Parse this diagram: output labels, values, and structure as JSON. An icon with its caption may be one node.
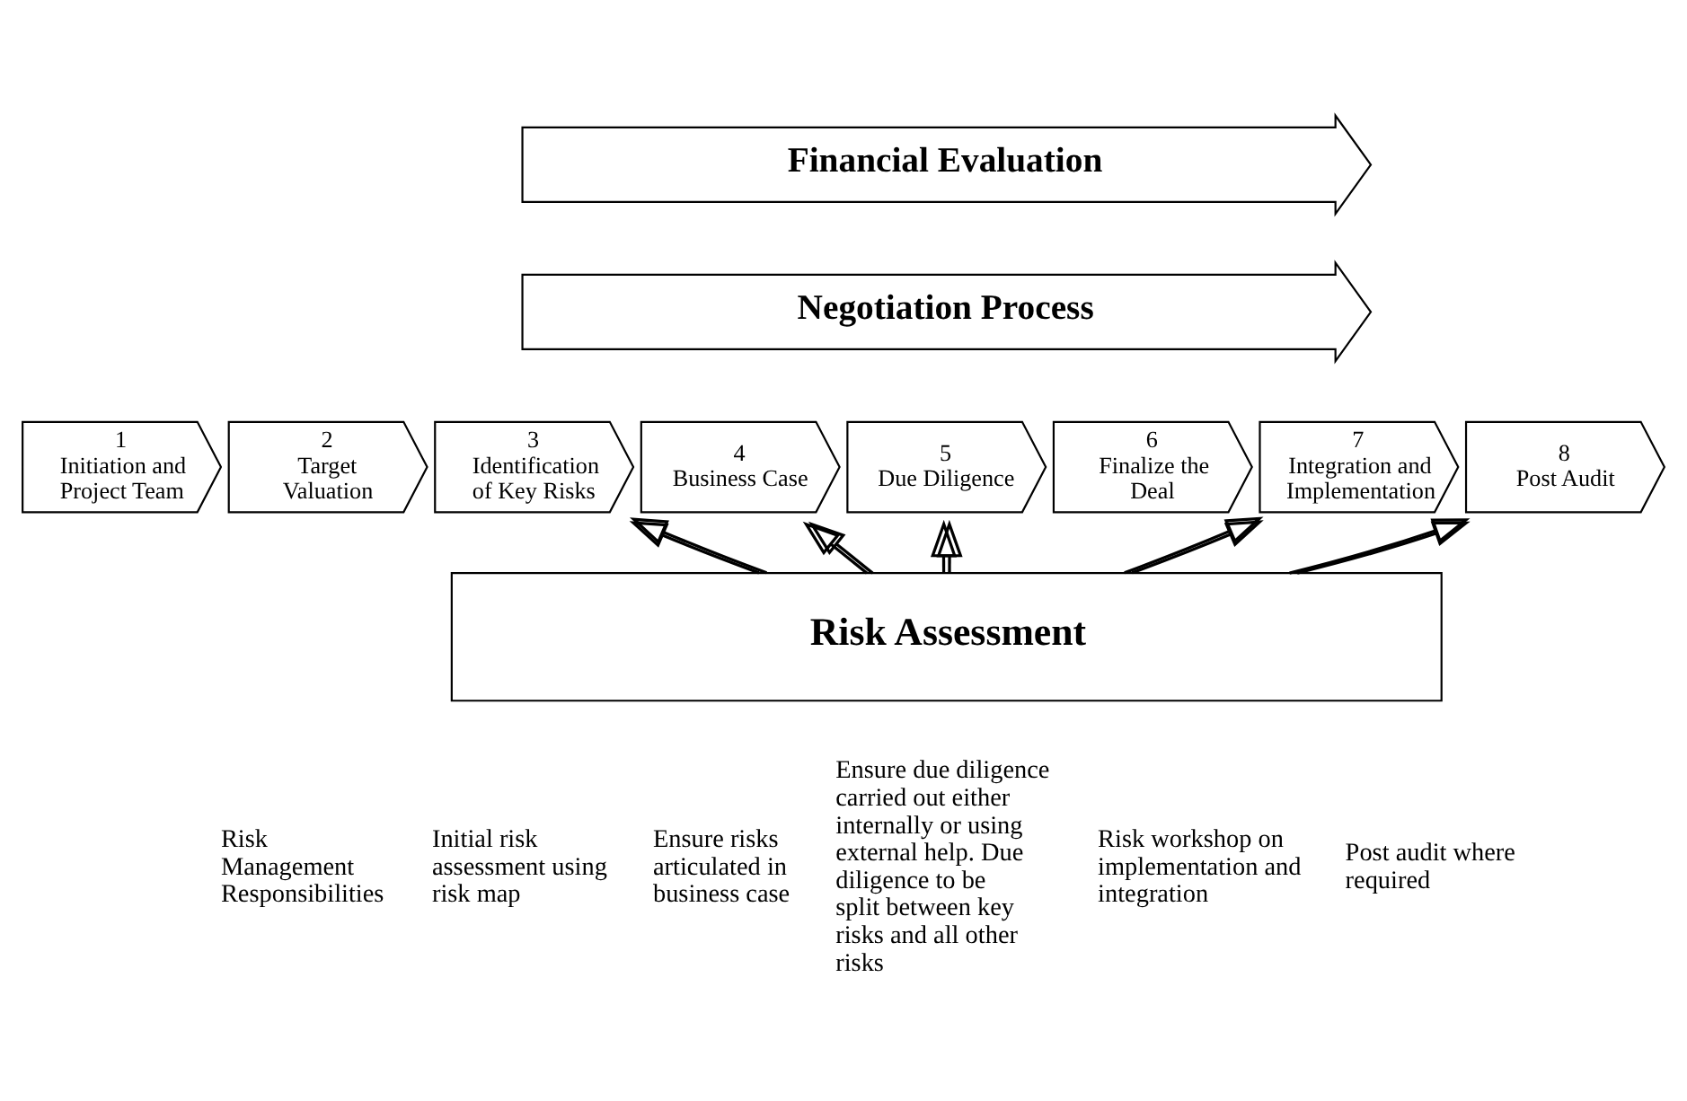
{
  "diagram": {
    "nodes": [
      {
        "text": [
          "Financial Evaluation"
        ]
      },
      {
        "text": [
          "Negotiation Process"
        ]
      },
      {
        "text": [
          "1",
          "Initiation and Project Team"
        ]
      },
      {
        "text": [
          "2",
          "Target Valuation"
        ]
      },
      {
        "text": [
          "3",
          "Identification of Key Risks"
        ]
      },
      {
        "text": [
          "4",
          "Business Case"
        ]
      },
      {
        "text": [
          "5",
          "Due Diligence"
        ]
      },
      {
        "text": [
          "6",
          "Finalize the Deal"
        ]
      },
      {
        "text": [
          "7",
          "Integration and Implementation"
        ]
      },
      {
        "text": [
          "8",
          "Post Audit"
        ]
      },
      {
        "text": [
          "Risk Assessment"
        ]
      }
    ],
    "edges": [
      {
        "from": 10,
        "to": 4,
        "arrow": "to"
      },
      {
        "from": 10,
        "to": 4,
        "arrow": "to"
      },
      {
        "from": 10,
        "to": 5,
        "arrow": "to"
      },
      {
        "from": 10,
        "to": 5,
        "arrow": "to"
      },
      {
        "from": 10,
        "to": 6,
        "arrow": "to"
      },
      {
        "from": 10,
        "to": 6,
        "arrow": "to"
      },
      {
        "from": 10,
        "to": 8,
        "arrow": "to"
      },
      {
        "from": 10,
        "to": 8,
        "arrow": "to"
      },
      {
        "from": 10,
        "to": 9,
        "arrow": "to"
      },
      {
        "from": 10,
        "to": 9,
        "arrow": "to"
      }
    ],
    "labels": [
      "Risk Management Responsibilities",
      "Initial risk assessment using risk map",
      "Ensure risks articulated in business case",
      "Ensure due diligence carried out either internally or using external help. Due diligence to be split between key risks and all other risks",
      "Risk workshop on implementation and integration",
      "Post audit where required"
    ]
  }
}
